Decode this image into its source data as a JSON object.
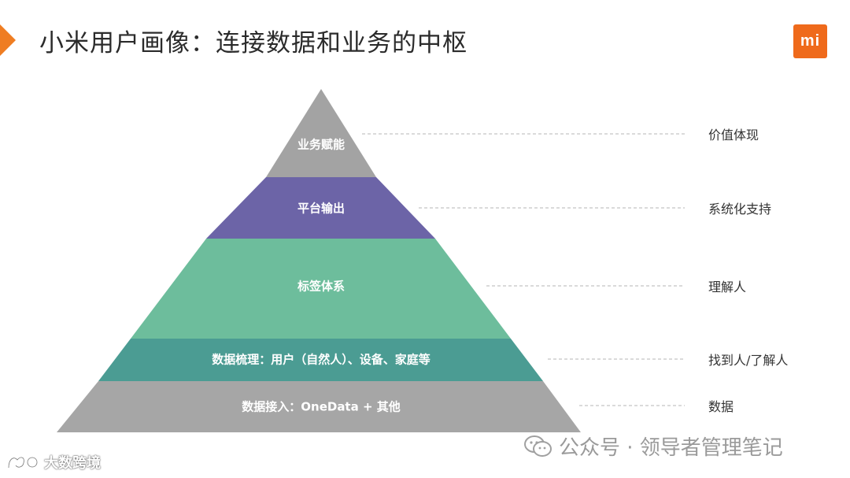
{
  "header": {
    "title": "小米用户画像：连接数据和业务的中枢",
    "logo_text": "mi"
  },
  "pyramid": {
    "layers": [
      {
        "label": "业务赋能",
        "side": "价值体现",
        "color": "#a3a3a3"
      },
      {
        "label": "平台输出",
        "side": "系统化支持",
        "color": "#6c64a7"
      },
      {
        "label": "标签体系",
        "side": "理解人",
        "color": "#6dbd9c"
      },
      {
        "label": "数据梳理：用户（自然人）、设备、家庭等",
        "side": "找到人/了解人",
        "color": "#4b9c93"
      },
      {
        "label": "数据接入：OneData + 其他",
        "side": "数据",
        "color": "#a6a6a6"
      }
    ]
  },
  "watermark": {
    "text": "公众号 · 领导者管理笔记",
    "icon": "wechat-icon"
  },
  "corner": {
    "text": "大数跨境",
    "icon": "brand-icon"
  }
}
